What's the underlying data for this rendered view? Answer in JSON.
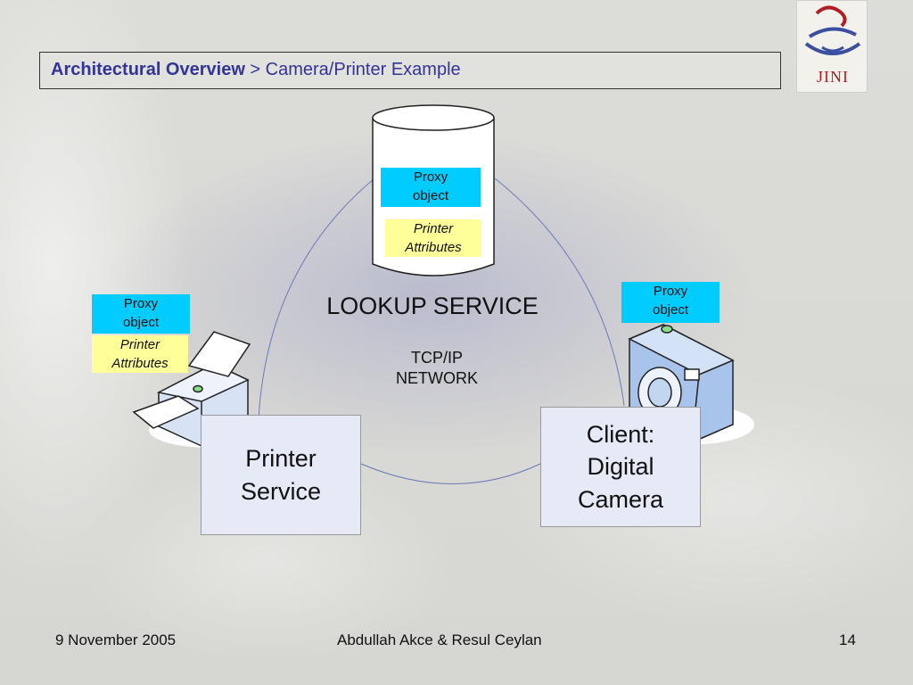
{
  "title": {
    "bold": "Architectural Overview",
    "rest": " > Camera/Printer Example"
  },
  "logo": {
    "text": "JINI"
  },
  "lookup": {
    "proxy_label_1": "Proxy",
    "proxy_label_2": "object",
    "attr_label_1": "Printer",
    "attr_label_2": "Attributes",
    "service_label": "LOOKUP SERVICE",
    "network_1": "TCP/IP",
    "network_2": "NETWORK"
  },
  "printer": {
    "proxy_label_1": "Proxy",
    "proxy_label_2": "object",
    "attr_label_1": "Printer",
    "attr_label_2": "Attributes",
    "service_1": "Printer",
    "service_2": "Service"
  },
  "camera": {
    "proxy_label_1": "Proxy",
    "proxy_label_2": "object",
    "client_1": "Client:",
    "client_2": "Digital",
    "client_3": "Camera"
  },
  "footer": {
    "date": "9 November 2005",
    "authors": "Abdullah Akce & Resul Ceylan",
    "page": "14"
  },
  "colors": {
    "title": "#333399",
    "proxy": "#00ccff",
    "attributes": "#ffff99",
    "service_box": "#e6e9f6"
  },
  "icons": [
    "database-cylinder-icon",
    "printer-icon",
    "camera-icon",
    "jini-logo"
  ]
}
